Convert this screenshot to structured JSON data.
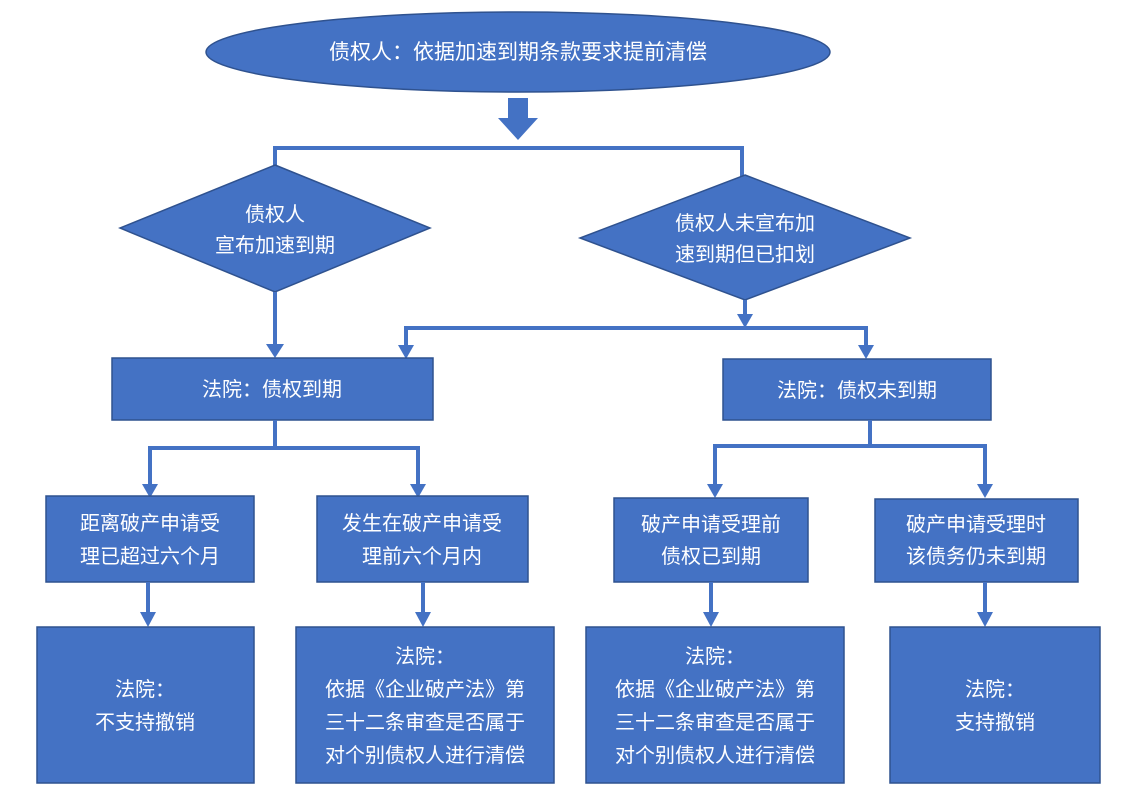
{
  "top": {
    "text": "债权人：依据加速到期条款要求提前清偿"
  },
  "decisions": {
    "declared": [
      "债权人",
      "宣布加速到期"
    ],
    "not_declared": [
      "债权人未宣布加",
      "速到期但已扣划"
    ]
  },
  "court_rulings": {
    "matured": "法院：债权到期",
    "not_matured": "法院：债权未到期"
  },
  "conditions": {
    "over_six_months": [
      "距离破产申请受",
      "理已超过六个月"
    ],
    "within_six_months": [
      "发生在破产申请受",
      "理前六个月内"
    ],
    "matured_before_filing": [
      "破产申请受理前",
      "债权已到期"
    ],
    "not_matured_at_filing": [
      "破产申请受理时",
      "该债务仍未到期"
    ]
  },
  "outcomes": {
    "no_revoke": [
      "法院：",
      "不支持撤销"
    ],
    "review_1": [
      "法院：",
      "依据《企业破产法》第",
      "三十二条审查是否属于",
      "对个别债权人进行清偿"
    ],
    "review_2": [
      "法院：",
      "依据《企业破产法》第",
      "三十二条审查是否属于",
      "对个别债权人进行清偿"
    ],
    "revoke": [
      "法院：",
      "支持撤销"
    ]
  }
}
